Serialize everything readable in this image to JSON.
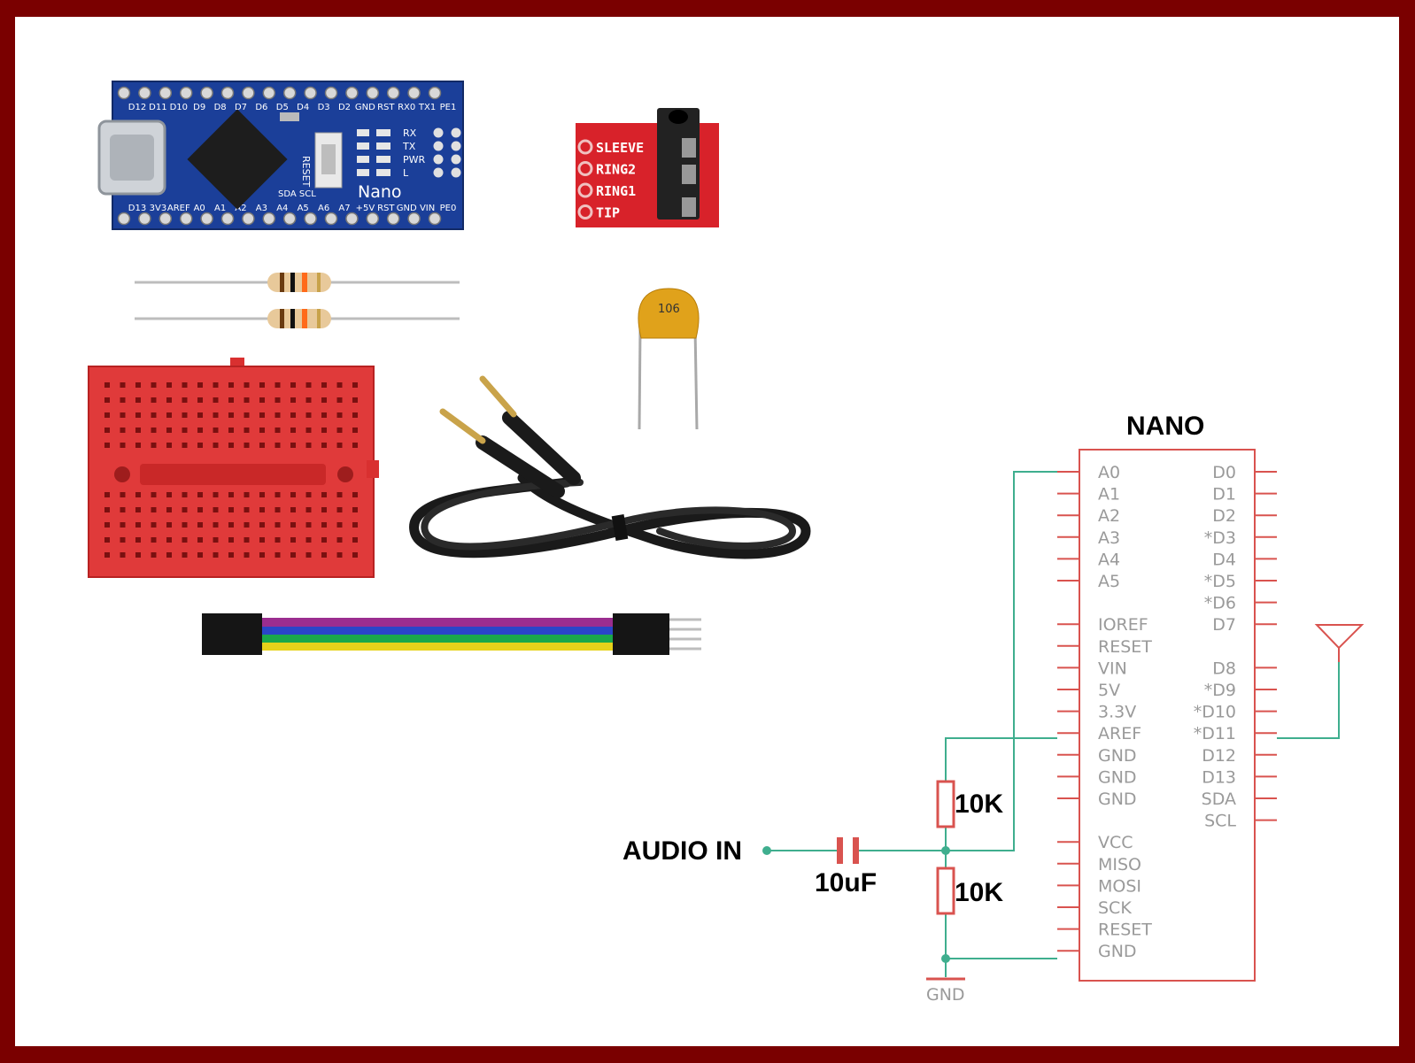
{
  "colors": {
    "frame": "#7a0000",
    "background": "#ffffff",
    "wire": "#3fae8e",
    "component": "#d9534f",
    "pcb": "#1b3f99",
    "breadboard": "#e03a3a",
    "jack_board": "#d8222a",
    "capacitor": "#e0a21b"
  },
  "parts": {
    "nano_board": {
      "top_pins": [
        "D12",
        "D11",
        "D10",
        "D9",
        "D8",
        "D7",
        "D6",
        "D5",
        "D4",
        "D3",
        "D2",
        "GND",
        "RST",
        "RX0",
        "TX1",
        "PE1"
      ],
      "bottom_pins": [
        "D13",
        "3V3",
        "AREF",
        "A0",
        "A1",
        "A2",
        "A3",
        "A4",
        "A5",
        "A6",
        "A7",
        "+5V",
        "RST",
        "GND",
        "VIN",
        "PE0"
      ],
      "leds": [
        "RX",
        "TX",
        "PWR",
        "L"
      ],
      "name": "Nano",
      "reset": "RESET",
      "i2c": "SDA SCL"
    },
    "audio_jack": {
      "pins": [
        "SLEEVE",
        "RING2",
        "RING1",
        "TIP"
      ]
    },
    "capacitor_code": "106"
  },
  "schematic": {
    "title": "NANO",
    "left_pins": [
      "A0",
      "A1",
      "A2",
      "A3",
      "A4",
      "A5",
      "",
      "IOREF",
      "RESET",
      "VIN",
      "5V",
      "3.3V",
      "AREF",
      "GND",
      "GND",
      "GND",
      "",
      "VCC",
      "MISO",
      "MOSI",
      "SCK",
      "RESET",
      "GND"
    ],
    "right_pins": [
      "D0",
      "D1",
      "D2",
      "*D3",
      "D4",
      "*D5",
      "*D6",
      "D7",
      "",
      "D8",
      "*D9",
      "*D10",
      "*D11",
      "D12",
      "D13",
      "SDA",
      "SCL"
    ],
    "audio_in": "AUDIO IN",
    "capacitor_label": "10uF",
    "resistor_top_label": "10K",
    "resistor_bottom_label": "10K",
    "gnd_label": "GND"
  }
}
